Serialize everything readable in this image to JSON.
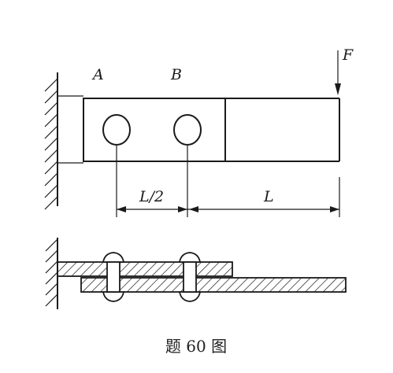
{
  "figure": {
    "labels": {
      "point_a": "A",
      "point_b": "B",
      "force": "F",
      "dim_half": "L/2",
      "dim_full": "L"
    },
    "caption": "题 60 图"
  }
}
